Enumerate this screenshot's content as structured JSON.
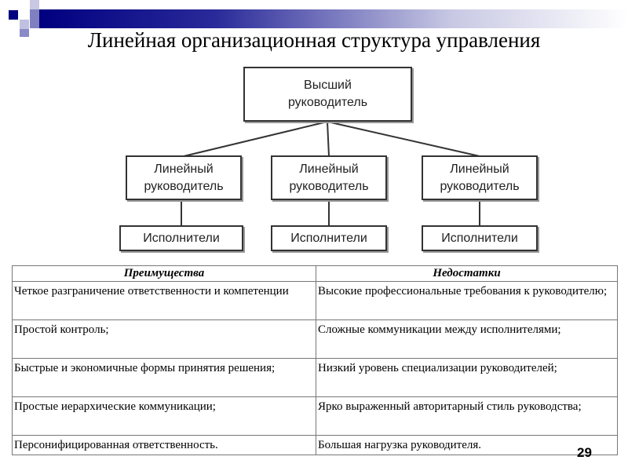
{
  "title": "Линейная организационная структура управления",
  "diagram": {
    "top": "Высший руководитель",
    "middle": [
      "Линейный руководитель",
      "Линейный руководитель",
      "Линейный руководитель"
    ],
    "bottom": [
      "Исполнители",
      "Исполнители",
      "Исполнители"
    ]
  },
  "table": {
    "headers": [
      "Преимущества",
      "Недостатки"
    ],
    "rows": [
      [
        "Четкое разграничение ответственности и компетенции",
        "Высокие профессиональные требования к руководителю;"
      ],
      [
        "Простой контроль;",
        "Сложные коммуникации между исполнителями;"
      ],
      [
        "Быстрые и экономичные формы принятия решения;",
        "Низкий уровень специализации руководителей;"
      ],
      [
        "Простые иерархические коммуникации;",
        "Ярко выраженный авторитарный стиль руководства;"
      ],
      [
        "Персонифицированная ответственность.",
        "Большая нагрузка руководителя."
      ]
    ]
  },
  "page_number": "29",
  "colors": {
    "accent": "#000080"
  }
}
